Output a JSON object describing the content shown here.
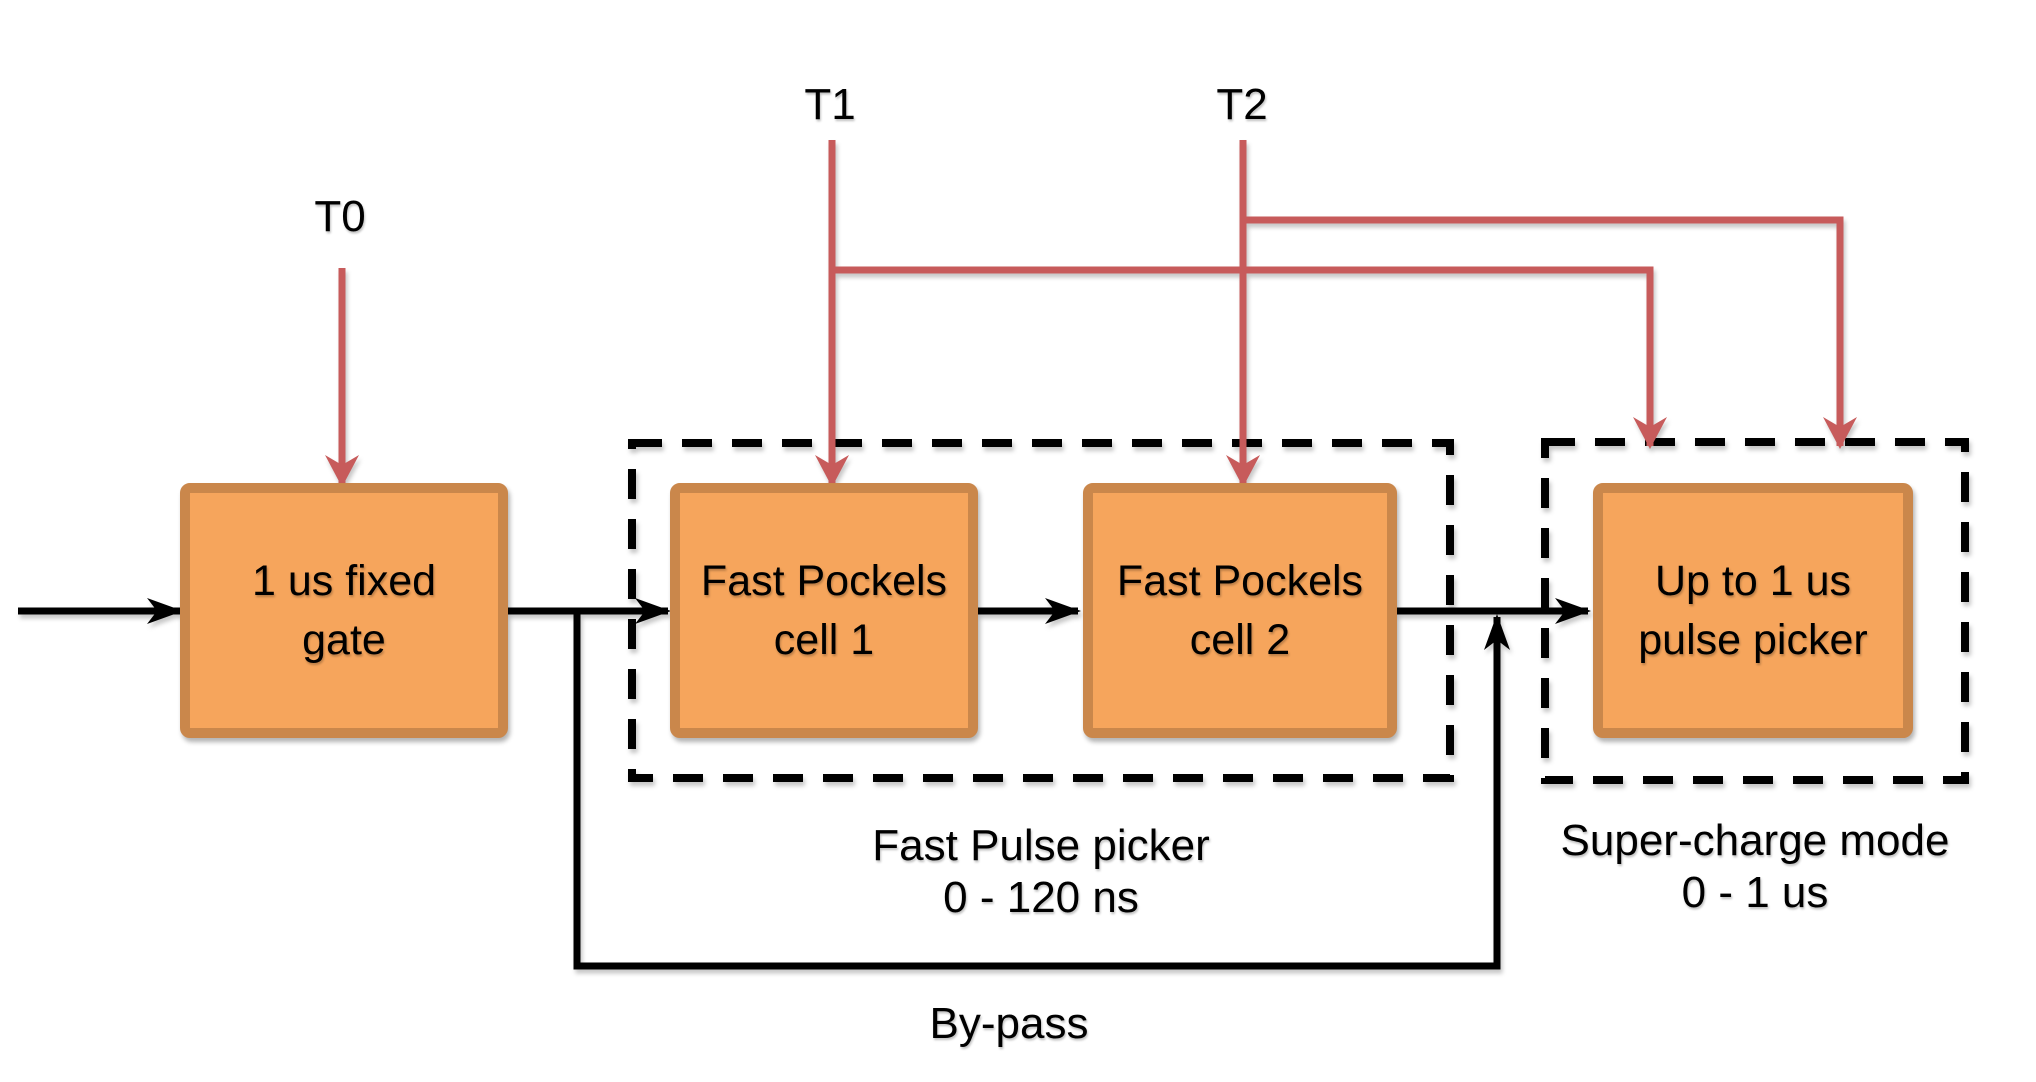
{
  "labels": {
    "t0": "T0",
    "t1": "T1",
    "t2": "T2",
    "bypass": "By-pass"
  },
  "boxes": {
    "fixed_gate": {
      "line1": "1 us fixed",
      "line2": "gate"
    },
    "cell1": {
      "line1": "Fast Pockels",
      "line2": "cell 1"
    },
    "cell2": {
      "line1": "Fast Pockels",
      "line2": "cell 2"
    },
    "pulse_picker": {
      "line1": "Up to 1 us",
      "line2": "pulse picker"
    }
  },
  "groups": {
    "fast_pulse_picker": {
      "line1": "Fast Pulse picker",
      "line2": "0 - 120 ns"
    },
    "super_charge": {
      "line1": "Super-charge mode",
      "line2": "0 - 1 us"
    }
  },
  "colors": {
    "box_fill": "#F6A55C",
    "box_border": "#CA874B",
    "signal_red": "#C75B5B",
    "flow_black": "#000000"
  }
}
